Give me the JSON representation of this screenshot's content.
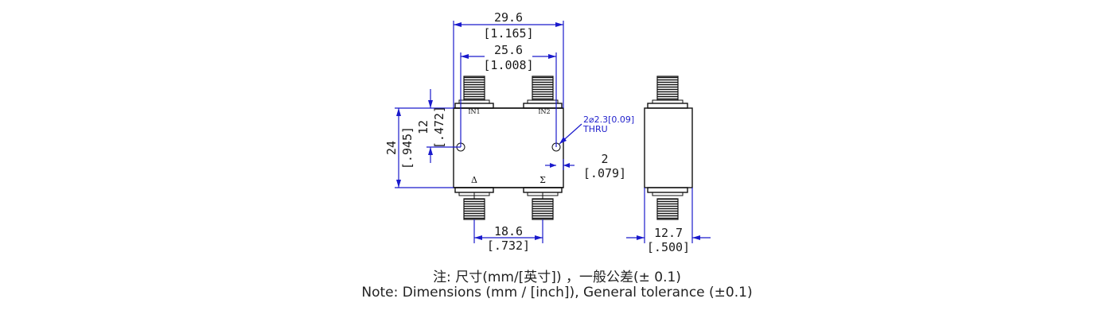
{
  "dimensions": {
    "overall_width_mm": "29.6",
    "overall_width_in": "[1.165]",
    "port_spacing_mm": "25.6",
    "port_spacing_in": "[1.008]",
    "height_mm": "24",
    "height_in": "[.945]",
    "hole_center_mm": "12",
    "hole_center_in": "[.472]",
    "hole_edge_mm": "2",
    "hole_edge_in": "[.079]",
    "bottom_spacing_mm": "18.6",
    "bottom_spacing_in": "[.732]",
    "thickness_mm": "12.7",
    "thickness_in": "[.500]"
  },
  "hole_note": {
    "line1": "2⌀2.3[0.09]",
    "line2": "THRU"
  },
  "port_labels": {
    "in1": "IN1",
    "in2": "IN2",
    "delta": "Δ",
    "sigma": "Σ"
  },
  "captions": {
    "chinese": "注: 尺寸(mm/[英寸]) ，一般公差(± 0.1)",
    "english": "Note: Dimensions (mm / [inch]), General tolerance (±0.1)"
  },
  "colors": {
    "dimension_lines": "#1a1acc",
    "outline": "#111111"
  }
}
